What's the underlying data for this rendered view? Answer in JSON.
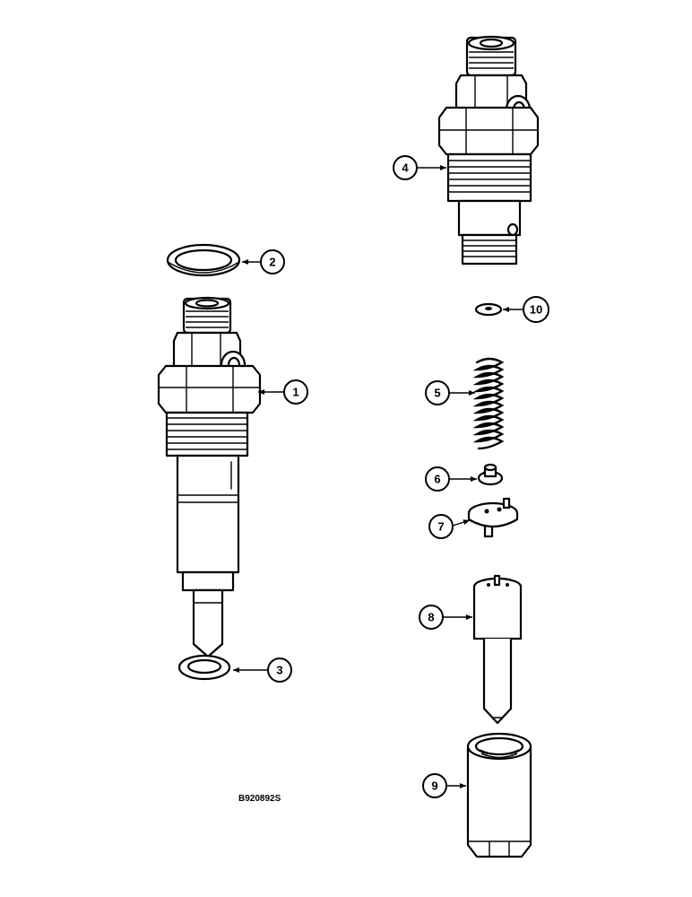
{
  "figure_code": "B920892S",
  "callouts": {
    "c1": "1",
    "c2": "2",
    "c3": "3",
    "c4": "4",
    "c5": "5",
    "c6": "6",
    "c7": "7",
    "c8": "8",
    "c9": "9",
    "c10": "10"
  }
}
